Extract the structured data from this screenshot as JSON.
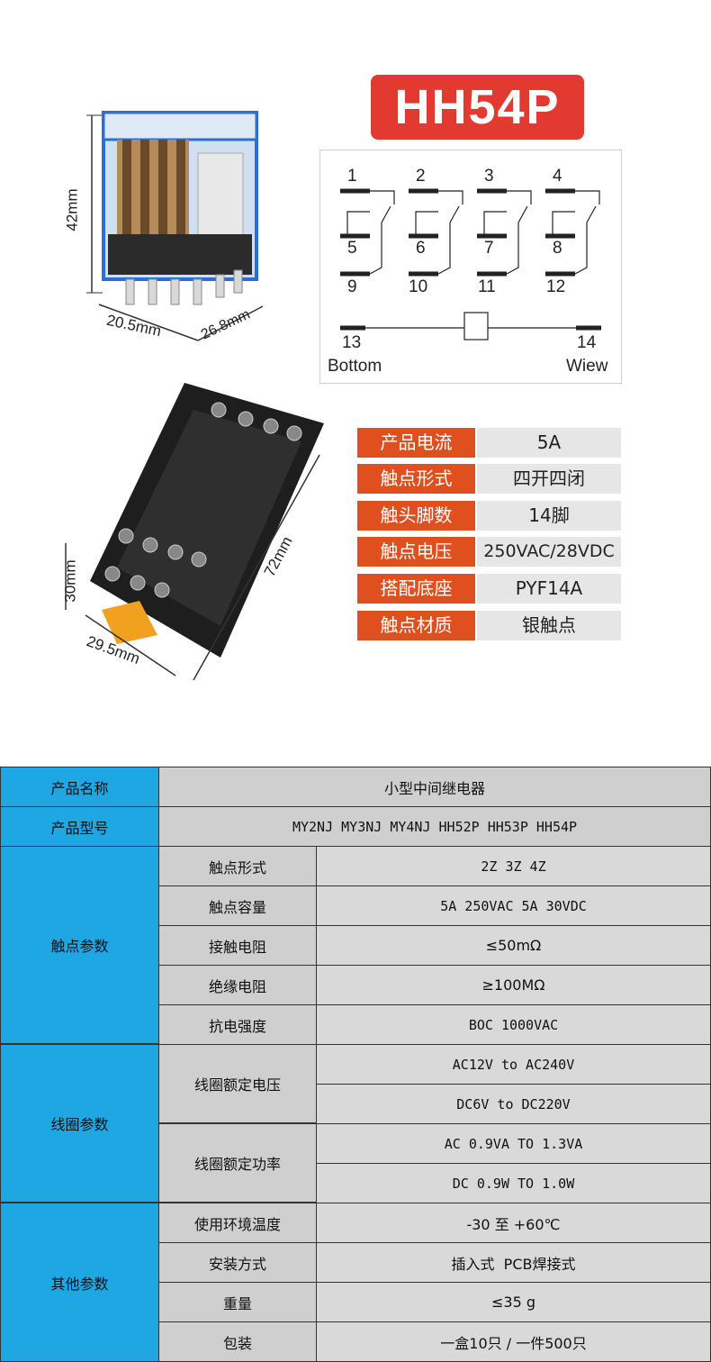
{
  "model": "HH54P",
  "pins": {
    "top": [
      "1",
      "2",
      "3",
      "4"
    ],
    "mid": [
      "5",
      "6",
      "7",
      "8"
    ],
    "bot": [
      "9",
      "10",
      "11",
      "12"
    ],
    "coil_left": "13",
    "coil_right": "14",
    "bottom_label": "Bottom",
    "view_label": "Wiew"
  },
  "dimensions": {
    "relay_height": "42mm",
    "relay_width": "20.5mm",
    "relay_depth": "26.8mm",
    "socket_height": "30mm",
    "socket_width": "29.5mm",
    "socket_length": "72mm"
  },
  "specs": [
    {
      "key": "产品电流",
      "value": "5A"
    },
    {
      "key": "触点形式",
      "value": "四开四闭"
    },
    {
      "key": "触头脚数",
      "value": "14脚"
    },
    {
      "key": "触点电压",
      "value": "250VAC/28VDC"
    },
    {
      "key": "搭配底座",
      "value": "PYF14A"
    },
    {
      "key": "触点材质",
      "value": "银触点"
    }
  ],
  "table": {
    "product_name_label": "产品名称",
    "product_name": "小型中间继电器",
    "product_model_label": "产品型号",
    "product_model": "MY2NJ MY3NJ MY4NJ HH52P HH53P HH54P",
    "contact_group": "触点参数",
    "contact_rows": [
      {
        "label": "触点形式",
        "value": "2Z 3Z 4Z"
      },
      {
        "label": "触点容量",
        "value": "5A 250VAC 5A 30VDC"
      },
      {
        "label": "接触电阻",
        "value": "≤50mΩ"
      },
      {
        "label": "绝缘电阻",
        "value": "≥100MΩ"
      },
      {
        "label": "抗电强度",
        "value": "BOC 1000VAC"
      }
    ],
    "coil_group": "线圈参数",
    "coil_voltage_label": "线圈额定电压",
    "coil_voltage_values": [
      "AC12V to AC240V",
      "DC6V to DC220V"
    ],
    "coil_power_label": "线圈额定功率",
    "coil_power_values": [
      "AC 0.9VA TO 1.3VA",
      "DC 0.9W TO 1.0W"
    ],
    "other_group": "其他参数",
    "other_rows": [
      {
        "label": "使用环境温度",
        "value": "-30 至 +60℃"
      },
      {
        "label": "安装方式",
        "value": "插入式  PCB焊接式"
      },
      {
        "label": "重量",
        "value": "≤35 g"
      },
      {
        "label": "包装",
        "value": "一盒10只 / 一件500只"
      }
    ]
  },
  "colors": {
    "badge": "#e23a30",
    "spec_key": "#e0501f",
    "table_blue": "#1fa7e3",
    "table_grey": "#cfcfcf"
  }
}
